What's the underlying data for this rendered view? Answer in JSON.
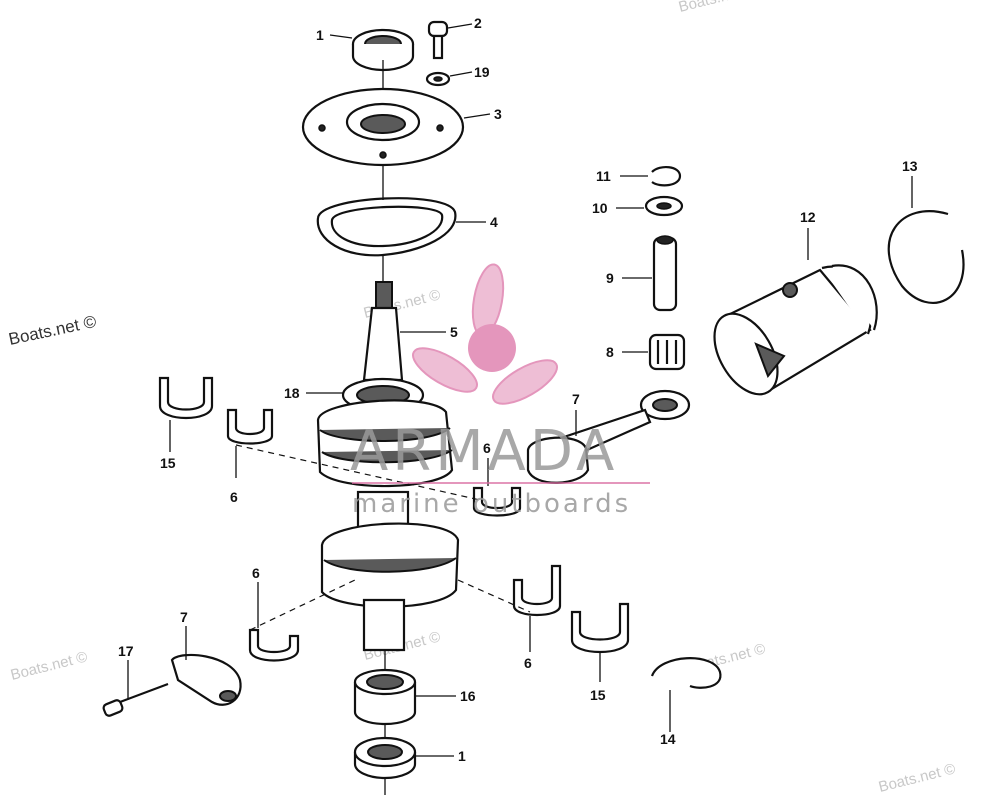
{
  "watermarks": {
    "left": "Boats.net ©",
    "center": "Boats.net ©",
    "bottom_left": "Boats.net ©",
    "bottom_mid": "Boats.net ©",
    "bottom_right": "Boats.net ©",
    "top_right": "Boats.net ©",
    "bottom_corner": "Boats.net ©"
  },
  "brand": {
    "name": "ARMADA",
    "tagline": "marine outboards",
    "accent_color": "#e8a3c4",
    "logo_color": "#d96aa0"
  },
  "labels": {
    "n1_top": "1",
    "n2": "2",
    "n19": "19",
    "n3": "3",
    "n4": "4",
    "n5": "5",
    "n18": "18",
    "n15_left": "15",
    "n6_upper_left": "6",
    "n6_mid": "6",
    "n6_lower_left": "6",
    "n6_lower_right": "6",
    "n7_rod": "7",
    "n7_cap": "7",
    "n17": "17",
    "n16": "16",
    "n1_bottom": "1",
    "n15_right": "15",
    "n14": "14",
    "n11": "11",
    "n10": "10",
    "n9": "9",
    "n8": "8",
    "n12": "12",
    "n13": "13"
  }
}
